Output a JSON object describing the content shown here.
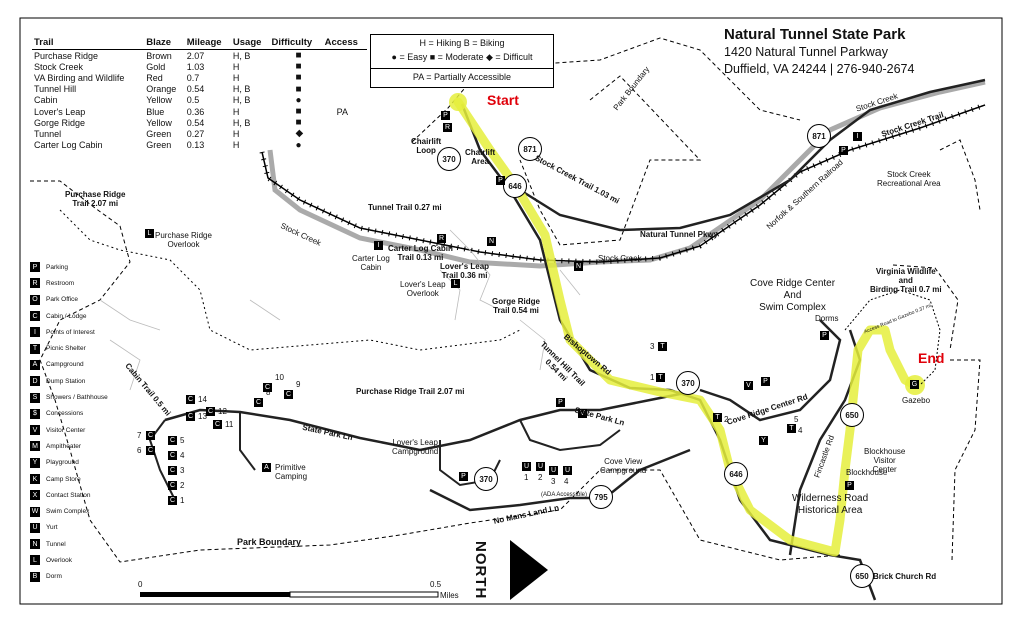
{
  "park": {
    "name": "Natural Tunnel State Park",
    "address_line1": "1420 Natural Tunnel Parkway",
    "address_line2": "Duffield, VA 24244  |  276-940-2674"
  },
  "trail_table": {
    "headers": [
      "Trail",
      "Blaze",
      "Mileage",
      "Usage",
      "Difficulty",
      "Access"
    ],
    "rows": [
      [
        "Purchase Ridge",
        "Brown",
        "2.07",
        "H, B",
        "square",
        ""
      ],
      [
        "Stock Creek",
        "Gold",
        "1.03",
        "H",
        "square",
        ""
      ],
      [
        "VA Birding and Wildlife",
        "Red",
        "0.7",
        "H",
        "square",
        ""
      ],
      [
        "Tunnel Hill",
        "Orange",
        "0.54",
        "H, B",
        "square",
        ""
      ],
      [
        "Cabin",
        "Yellow",
        "0.5",
        "H, B",
        "circle",
        ""
      ],
      [
        "Lover's Leap",
        "Blue",
        "0.36",
        "H",
        "square",
        "PA"
      ],
      [
        "Gorge Ridge",
        "Yellow",
        "0.54",
        "H, B",
        "square",
        ""
      ],
      [
        "Tunnel",
        "Green",
        "0.27",
        "H",
        "diamond",
        ""
      ],
      [
        "Carter Log Cabin",
        "Green",
        "0.13",
        "H",
        "circle",
        ""
      ]
    ]
  },
  "key": {
    "line1": "H = Hiking  B = Biking",
    "line2": "● = Easy  ■ = Moderate  ◆ = Difficult",
    "line3": "PA = Partially Accessible"
  },
  "route_markers": {
    "start": "Start",
    "end": "End"
  },
  "legend": [
    {
      "icon": "P",
      "label": "Parking"
    },
    {
      "icon": "R",
      "label": "Restroom"
    },
    {
      "icon": "O",
      "label": "Park Office"
    },
    {
      "icon": "C",
      "label": "Cabin / Lodge"
    },
    {
      "icon": "I",
      "label": "Points of Interest"
    },
    {
      "icon": "T",
      "label": "Picnic Shelter"
    },
    {
      "icon": "A",
      "label": "Campground"
    },
    {
      "icon": "D",
      "label": "Dump Station"
    },
    {
      "icon": "S",
      "label": "Showers / Bathhouse"
    },
    {
      "icon": "$",
      "label": "Concessions"
    },
    {
      "icon": "V",
      "label": "Visitor Center"
    },
    {
      "icon": "M",
      "label": "Ampitheater"
    },
    {
      "icon": "Y",
      "label": "Playground"
    },
    {
      "icon": "K",
      "label": "Camp Store"
    },
    {
      "icon": "X",
      "label": "Contact Station"
    },
    {
      "icon": "W",
      "label": "Swim Complex"
    },
    {
      "icon": "U",
      "label": "Yurt"
    },
    {
      "icon": "N",
      "label": "Tunnel"
    },
    {
      "icon": "L",
      "label": "Overlook"
    },
    {
      "icon": "B",
      "label": "Dorm"
    }
  ],
  "labels": {
    "park_boundary_top": "Park Boundary",
    "park_boundary_bottom": "Park Boundary",
    "stock_creek_trail": "Stock Creek Trail 1.03 mi",
    "stock_creek_trail_ne": "Stock Creek Trail",
    "stock_creek_water_ne": "Stock Creek",
    "stock_creek_water_w": "Stock Creek",
    "stock_creek_water_c": "Stock Creek",
    "natural_tunnel_pkwy": "Natural Tunnel Pkwy",
    "railroad": "Norfolk & Southern Railroad",
    "stock_creek_rec": "Stock Creek\nRecreational Area",
    "chairlift_loop": "Chairlift\nLoop",
    "chairlift_area": "Chairlift\nArea",
    "tunnel_trail": "Tunnel Trail 0.27 mi",
    "purchase_ridge_trail_top": "Purchase Ridge\nTrail 2.07 mi",
    "purchase_ridge_overlook": "Purchase Ridge\nOverlook",
    "carter_log_cabin_trail": "Carter Log Cabin\nTrail 0.13 mi",
    "carter_log_cabin": "Carter Log\nCabin",
    "lovers_leap_trail": "Lover's Leap\nTrail 0.36 mi",
    "lovers_leap_overlook": "Lover's Leap\nOverlook",
    "gorge_ridge_trail": "Gorge Ridge\nTrail 0.54 mi",
    "bishoptown_rd": "Bishoptown Rd",
    "tunnel_hill_trail": "Tunnel Hill Trail\n0.54 mi",
    "cove_ridge_center": "Cove Ridge Center\nAnd\nSwim Complex",
    "dorms": "Dorms",
    "va_wildlife_trail": "Virginia Wildlife\nand\nBirding Trail 0.7 mi",
    "access_road_gazebo": "Access Road to Gazebo 0.37 mi",
    "gazebo": "Gazebo",
    "cove_ridge_center_rd": "Cove Ridge Center Rd",
    "fincastle_rd": "Fincastle Rd",
    "blockhouse_visitor_center": "Blockhouse\nVisitor\nCenter",
    "blockhouse": "Blockhouse",
    "wilderness_road": "Wilderness Road\nHistorical Area",
    "brick_church_rd": "Brick Church Rd",
    "cabin_trail": "Cabin Trail 0.5 mi",
    "purchase_ridge_trail_mid": "Purchase Ridge Trail 2.07 mi",
    "state_park_ln_w": "State Park Ln",
    "state_park_ln_e": "State Park Ln",
    "primitive_camping": "Primitive\nCamping",
    "lovers_leap_campground": "Lover's Leap\nCampground",
    "cove_view_campground": "Cove View\nCampground",
    "ada_accessible": "(ADA Accessible)",
    "no_mans_land_ln": "No Mans Land Ln"
  },
  "routes": [
    "871",
    "370",
    "646",
    "871",
    "370",
    "370",
    "646",
    "650",
    "795",
    "650"
  ],
  "cabin_numbers": [
    "1",
    "2",
    "3",
    "4",
    "5",
    "6",
    "7",
    "8",
    "9",
    "10",
    "11",
    "12",
    "13",
    "14"
  ],
  "yurt_numbers": [
    "1",
    "2",
    "3",
    "4"
  ],
  "shelter_numbers": [
    "1",
    "2",
    "3",
    "4",
    "5"
  ],
  "scale": {
    "start": "0",
    "end": "0.5",
    "unit": "Miles"
  },
  "north": "NORTH",
  "colors": {
    "highlight": "#e5ef3c",
    "road": "#222222",
    "creek": "#9e9e9e",
    "marker_text": "#e0000a"
  }
}
